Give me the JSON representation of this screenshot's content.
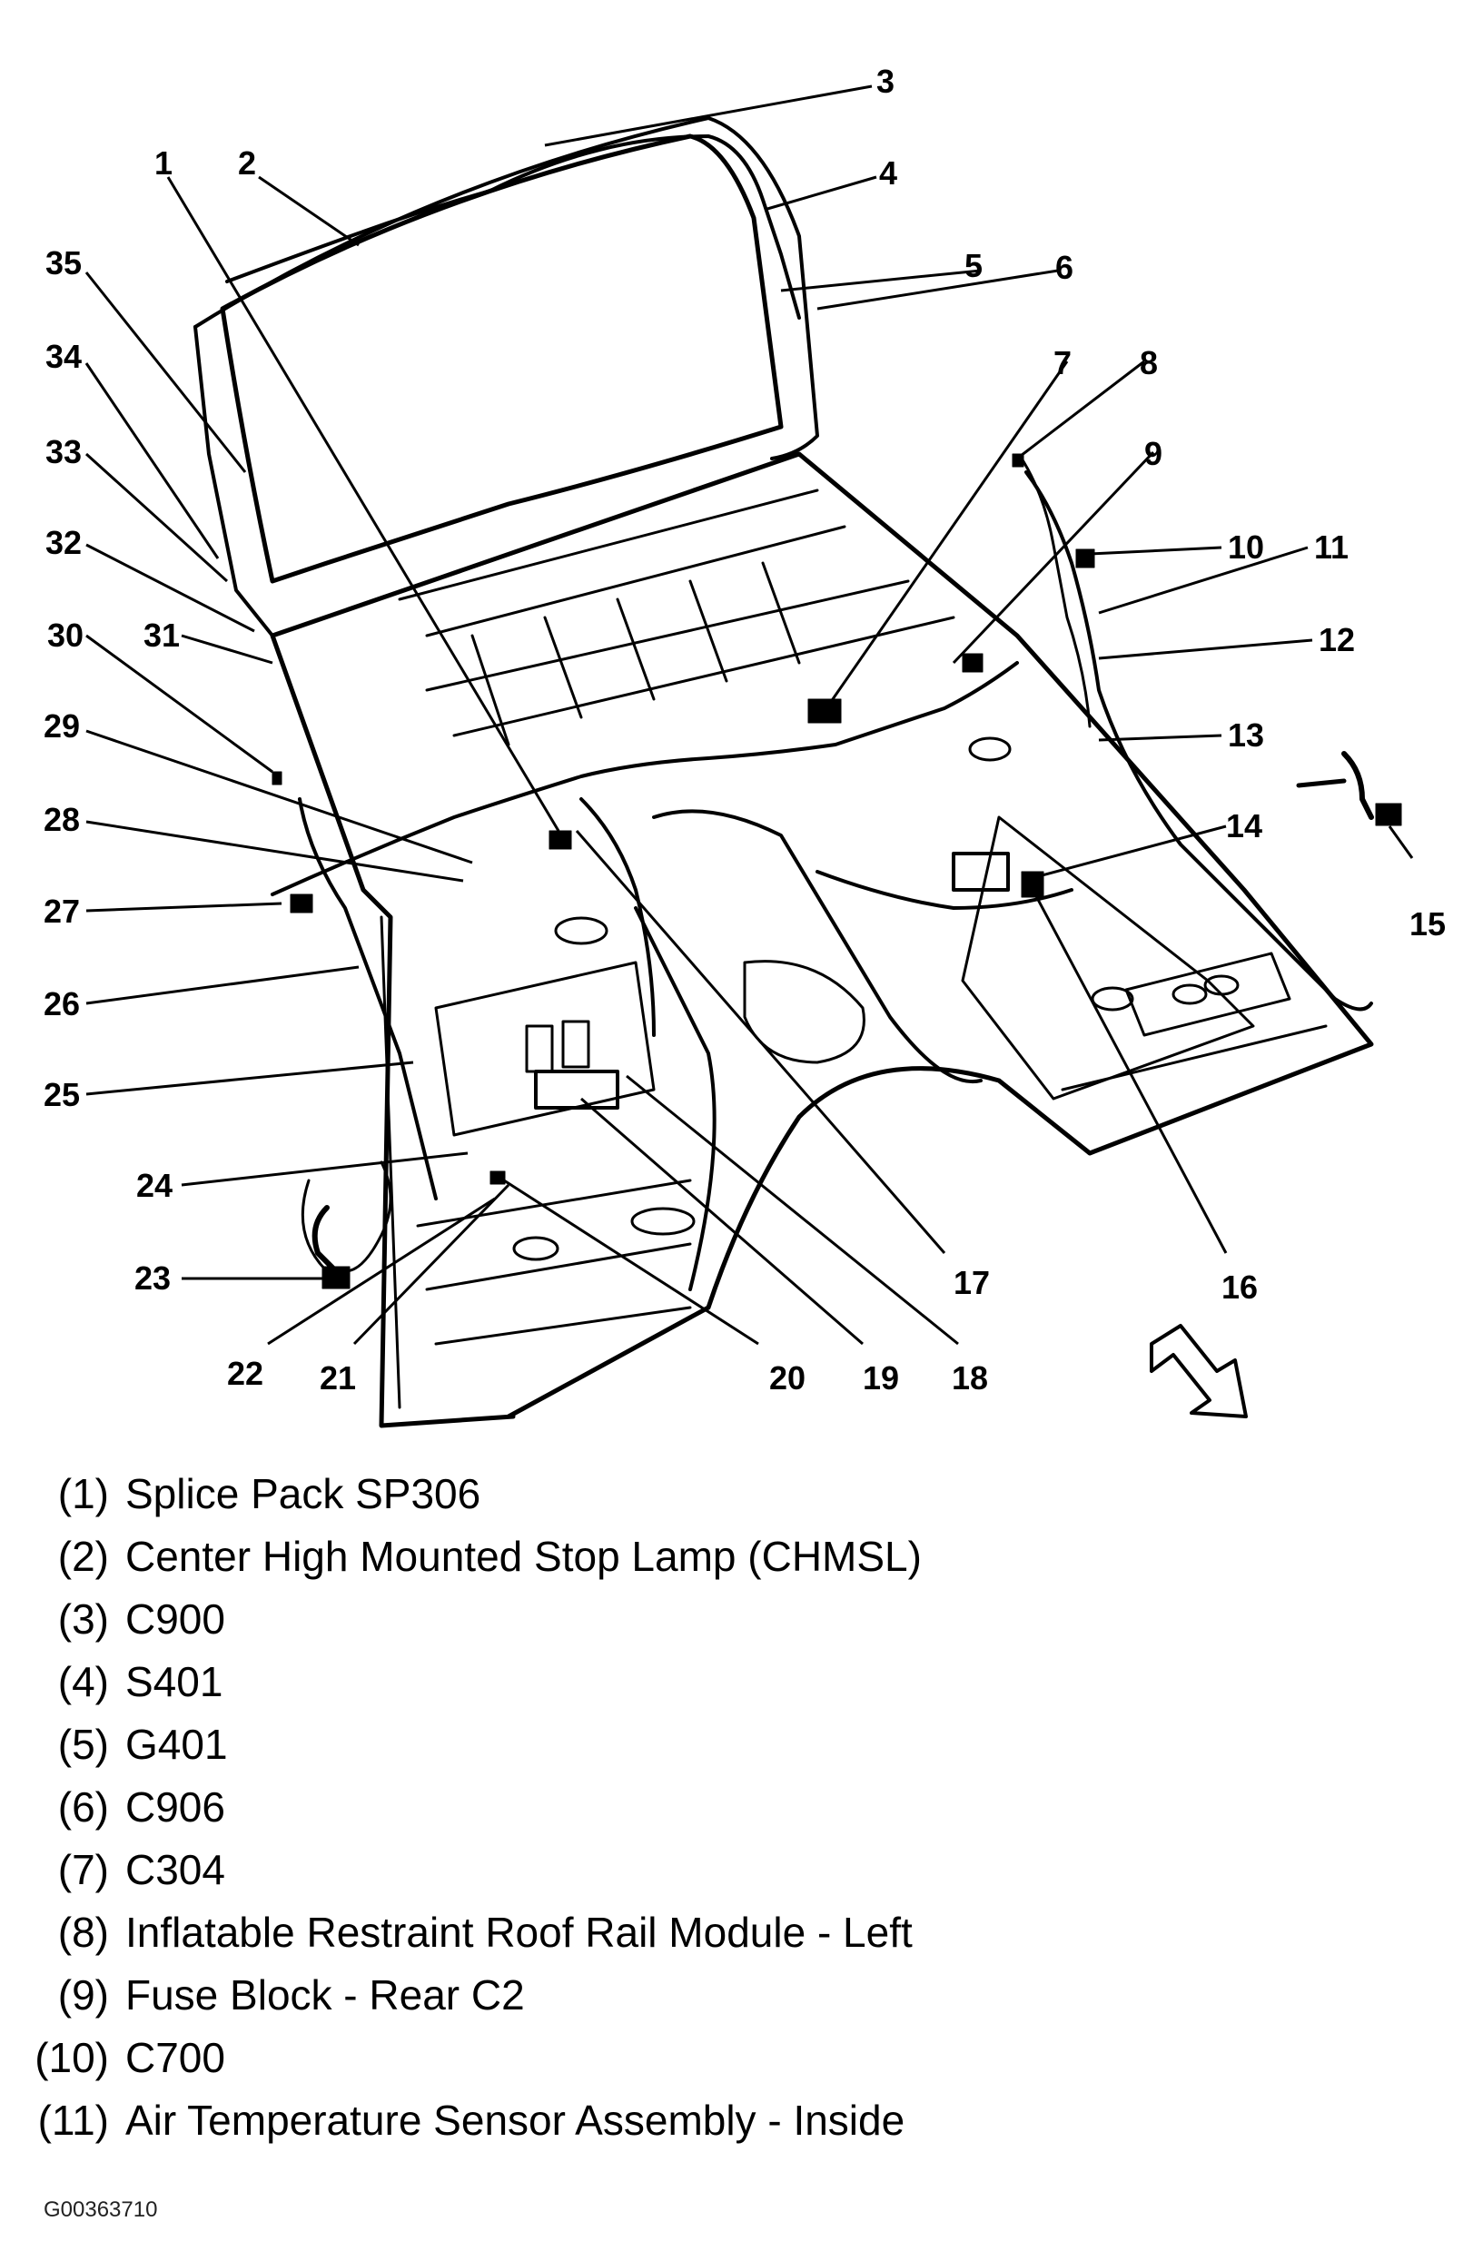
{
  "callouts": [
    "1",
    "2",
    "3",
    "4",
    "5",
    "6",
    "7",
    "8",
    "9",
    "10",
    "11",
    "12",
    "13",
    "14",
    "15",
    "16",
    "17",
    "18",
    "19",
    "20",
    "21",
    "22",
    "23",
    "24",
    "25",
    "26",
    "27",
    "28",
    "29",
    "30",
    "31",
    "32",
    "33",
    "34",
    "35"
  ],
  "legend": [
    {
      "num": "(1)",
      "text": "Splice Pack SP306"
    },
    {
      "num": "(2)",
      "text": "Center High Mounted Stop Lamp (CHMSL)"
    },
    {
      "num": "(3)",
      "text": "C900"
    },
    {
      "num": "(4)",
      "text": "S401"
    },
    {
      "num": "(5)",
      "text": "G401"
    },
    {
      "num": "(6)",
      "text": "C906"
    },
    {
      "num": "(7)",
      "text": "C304"
    },
    {
      "num": "(8)",
      "text": "Inflatable Restraint Roof Rail Module - Left"
    },
    {
      "num": "(9)",
      "text": "Fuse Block - Rear C2"
    },
    {
      "num": "(10)",
      "text": "C700"
    },
    {
      "num": "(11)",
      "text": "Air Temperature Sensor Assembly - Inside"
    }
  ],
  "figure_id": "G00363710",
  "colors": {
    "ink": "#000000",
    "paper": "#ffffff"
  }
}
